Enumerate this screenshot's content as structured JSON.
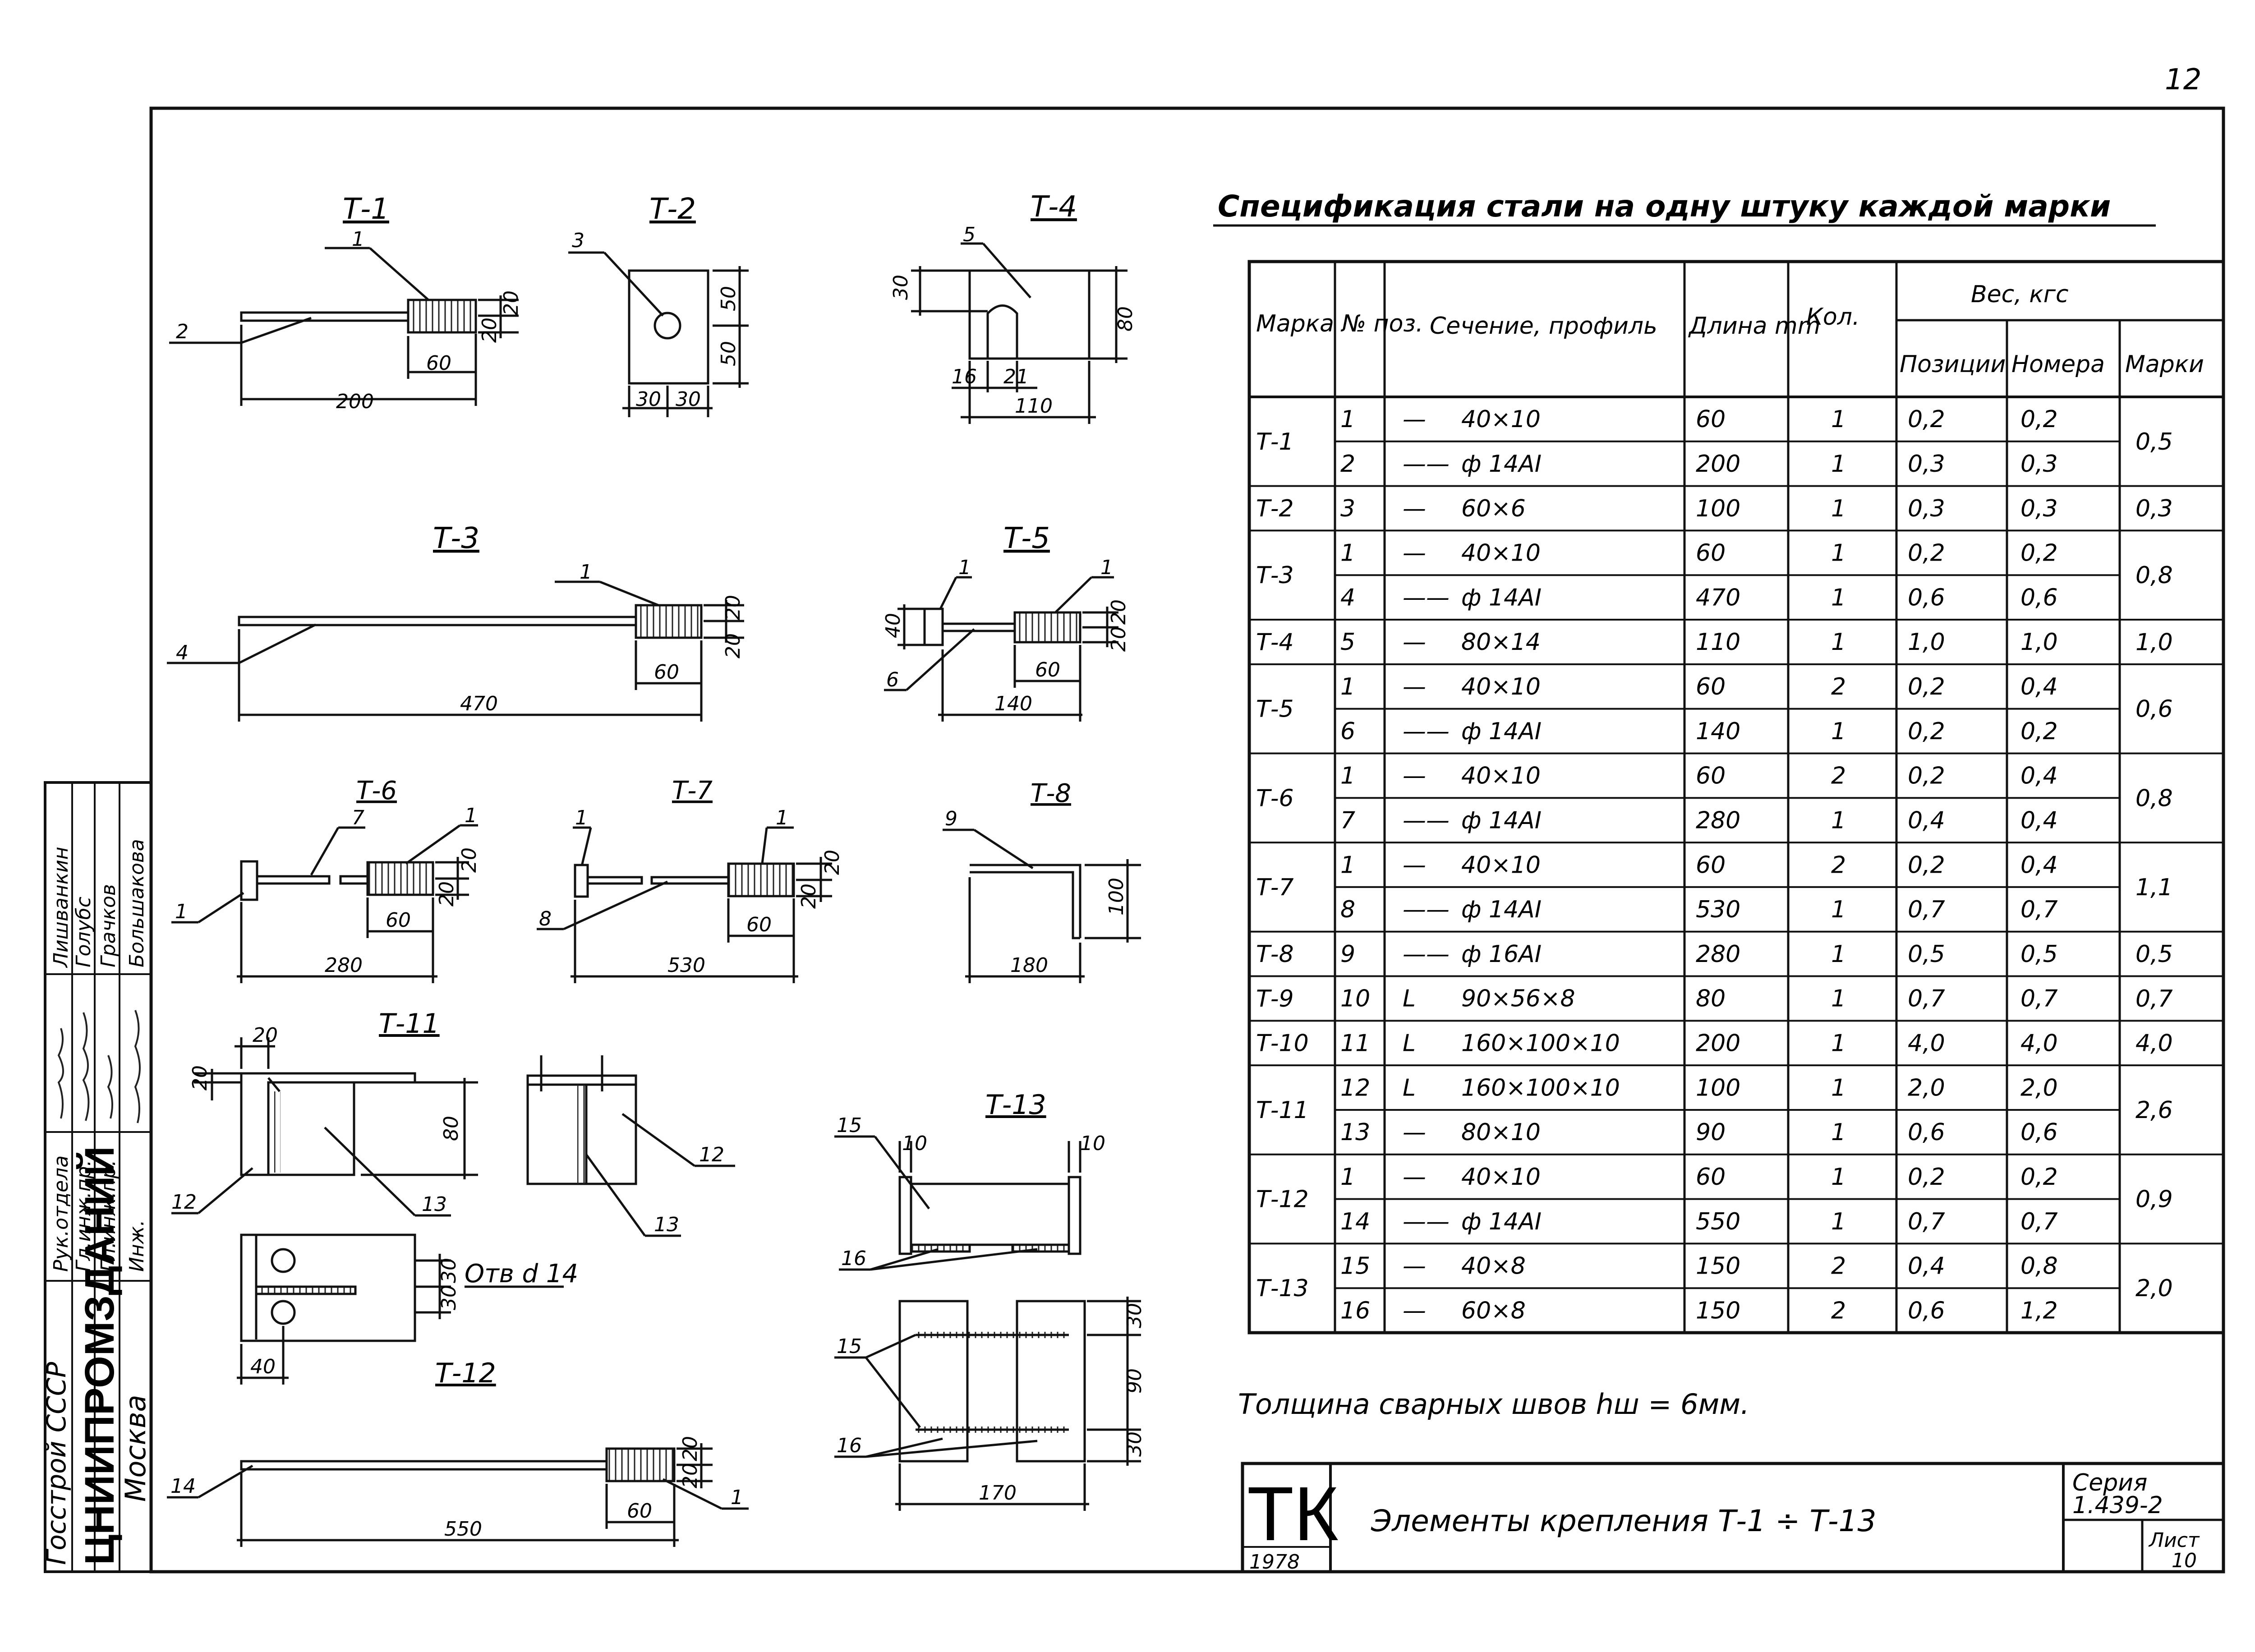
{
  "sheet": {
    "page_number": "12",
    "spec_title": "Спецификация стали на одну штуку каждой марки",
    "weld_note": "Толщина сварных швов hш = 6мм.",
    "stamp_series_label": "Серия",
    "stamp_series": "1.439-2",
    "stamp_sheet_label": "Лист",
    "stamp_sheet": "10",
    "stamp_logo": "ТК",
    "stamp_year": "1978",
    "stamp_title": "Элементы крепления Т-1 ÷ Т-13"
  },
  "side_stamp": {
    "org1": "Госстрой СССР",
    "org2": "ЦНИИПРОМЗДАНИЙ",
    "city": "Москва",
    "roles": [
      "Рук.отдела",
      "Гл.инж.пр.",
      "Гл.инж.пр.",
      "Инж."
    ],
    "names": [
      "Лишванкин",
      "Голубс",
      "Грачков",
      "Большакова"
    ]
  },
  "drawings": {
    "t1": {
      "title": "Т-1",
      "pos1": "1",
      "pos2": "2",
      "d_len": "200",
      "d_plate": "60",
      "d_a": "20",
      "d_b": "20"
    },
    "t2": {
      "title": "Т-2",
      "pos": "3",
      "d_h1": "50",
      "d_h2": "50",
      "d_w1": "30",
      "d_w2": "30"
    },
    "t3": {
      "title": "Т-3",
      "pos1": "1",
      "pos2": "4",
      "d_len": "470",
      "d_plate": "60",
      "d_a": "20",
      "d_b": "20"
    },
    "t4": {
      "title": "Т-4",
      "pos": "5",
      "d_slot": "30",
      "d_h": "80",
      "d_a": "16",
      "d_b": "21",
      "d_w": "110"
    },
    "t5": {
      "title": "Т-5",
      "pos1": "1",
      "pos2": "1",
      "pos3": "6",
      "d_40": "40",
      "d_plate": "60",
      "d_len": "140",
      "d_a": "20",
      "d_b": "20"
    },
    "t6": {
      "title": "Т-6",
      "pos1": "7",
      "pos2": "1",
      "pos3": "1",
      "d_plate": "60",
      "d_len": "280",
      "d_a": "20",
      "d_b": "20"
    },
    "t7": {
      "title": "Т-7",
      "pos1": "1",
      "pos2": "1",
      "pos3": "8",
      "d_plate": "60",
      "d_len": "530",
      "d_a": "20",
      "d_b": "20"
    },
    "t8": {
      "title": "Т-8",
      "pos": "9",
      "d_h": "100",
      "d_w": "180"
    },
    "t11": {
      "title": "Т-11",
      "pos1": "12",
      "pos2": "13",
      "pos3": "12",
      "pos4": "13",
      "d_20a": "20",
      "d_20b": "20",
      "d_h": "80"
    },
    "t12": {
      "title": "Т-12",
      "pos1": "14",
      "pos2": "1",
      "d_len": "550",
      "d_plate": "60",
      "d_a": "20",
      "d_b": "20",
      "d_30a": "30",
      "d_30b": "30",
      "d_40": "40",
      "hole": "Отв d 14"
    },
    "t13": {
      "title": "Т-13",
      "pos1": "15",
      "pos2": "16",
      "pos3": "15",
      "pos4": "16",
      "d_10a": "10",
      "d_10b": "10",
      "d_30a": "30",
      "d_90": "90",
      "d_30b": "30",
      "d_170": "170"
    }
  },
  "table": {
    "headers": {
      "mark": "Марка",
      "pos": "№ поз.",
      "section": "Сечение, профиль",
      "length": "Длина mm",
      "qty": "Кол.",
      "weight": "Вес, кгс",
      "w_pos": "Позиции",
      "w_num": "Номера",
      "w_mark": "Марки"
    },
    "rows": [
      {
        "mark": "Т-1",
        "pos": "1",
        "sym": "—",
        "sec": "40×10",
        "len": "60",
        "qty": "1",
        "wp": "0,2",
        "wn": "0,2",
        "wm": "0,5"
      },
      {
        "mark": "",
        "pos": "2",
        "sym": "——",
        "sec": "ф 14АI",
        "len": "200",
        "qty": "1",
        "wp": "0,3",
        "wn": "0,3",
        "wm": ""
      },
      {
        "mark": "Т-2",
        "pos": "3",
        "sym": "—",
        "sec": "60×6",
        "len": "100",
        "qty": "1",
        "wp": "0,3",
        "wn": "0,3",
        "wm": "0,3"
      },
      {
        "mark": "Т-3",
        "pos": "1",
        "sym": "—",
        "sec": "40×10",
        "len": "60",
        "qty": "1",
        "wp": "0,2",
        "wn": "0,2",
        "wm": "0,8"
      },
      {
        "mark": "",
        "pos": "4",
        "sym": "——",
        "sec": "ф 14АI",
        "len": "470",
        "qty": "1",
        "wp": "0,6",
        "wn": "0,6",
        "wm": ""
      },
      {
        "mark": "Т-4",
        "pos": "5",
        "sym": "—",
        "sec": "80×14",
        "len": "110",
        "qty": "1",
        "wp": "1,0",
        "wn": "1,0",
        "wm": "1,0"
      },
      {
        "mark": "Т-5",
        "pos": "1",
        "sym": "—",
        "sec": "40×10",
        "len": "60",
        "qty": "2",
        "wp": "0,2",
        "wn": "0,4",
        "wm": "0,6"
      },
      {
        "mark": "",
        "pos": "6",
        "sym": "——",
        "sec": "ф 14АI",
        "len": "140",
        "qty": "1",
        "wp": "0,2",
        "wn": "0,2",
        "wm": ""
      },
      {
        "mark": "Т-6",
        "pos": "1",
        "sym": "—",
        "sec": "40×10",
        "len": "60",
        "qty": "2",
        "wp": "0,2",
        "wn": "0,4",
        "wm": "0,8"
      },
      {
        "mark": "",
        "pos": "7",
        "sym": "——",
        "sec": "ф 14АI",
        "len": "280",
        "qty": "1",
        "wp": "0,4",
        "wn": "0,4",
        "wm": ""
      },
      {
        "mark": "Т-7",
        "pos": "1",
        "sym": "—",
        "sec": "40×10",
        "len": "60",
        "qty": "2",
        "wp": "0,2",
        "wn": "0,4",
        "wm": "1,1"
      },
      {
        "mark": "",
        "pos": "8",
        "sym": "——",
        "sec": "ф 14АI",
        "len": "530",
        "qty": "1",
        "wp": "0,7",
        "wn": "0,7",
        "wm": ""
      },
      {
        "mark": "Т-8",
        "pos": "9",
        "sym": "——",
        "sec": "ф 16АI",
        "len": "280",
        "qty": "1",
        "wp": "0,5",
        "wn": "0,5",
        "wm": "0,5"
      },
      {
        "mark": "Т-9",
        "pos": "10",
        "sym": "L",
        "sec": "90×56×8",
        "len": "80",
        "qty": "1",
        "wp": "0,7",
        "wn": "0,7",
        "wm": "0,7"
      },
      {
        "mark": "Т-10",
        "pos": "11",
        "sym": "L",
        "sec": "160×100×10",
        "len": "200",
        "qty": "1",
        "wp": "4,0",
        "wn": "4,0",
        "wm": "4,0"
      },
      {
        "mark": "Т-11",
        "pos": "12",
        "sym": "L",
        "sec": "160×100×10",
        "len": "100",
        "qty": "1",
        "wp": "2,0",
        "wn": "2,0",
        "wm": "2,6"
      },
      {
        "mark": "",
        "pos": "13",
        "sym": "—",
        "sec": "80×10",
        "len": "90",
        "qty": "1",
        "wp": "0,6",
        "wn": "0,6",
        "wm": ""
      },
      {
        "mark": "Т-12",
        "pos": "1",
        "sym": "—",
        "sec": "40×10",
        "len": "60",
        "qty": "1",
        "wp": "0,2",
        "wn": "0,2",
        "wm": "0,9"
      },
      {
        "mark": "",
        "pos": "14",
        "sym": "——",
        "sec": "ф 14АI",
        "len": "550",
        "qty": "1",
        "wp": "0,7",
        "wn": "0,7",
        "wm": ""
      },
      {
        "mark": "Т-13",
        "pos": "15",
        "sym": "—",
        "sec": "40×8",
        "len": "150",
        "qty": "2",
        "wp": "0,4",
        "wn": "0,8",
        "wm": "2,0"
      },
      {
        "mark": "",
        "pos": "16",
        "sym": "—",
        "sec": "60×8",
        "len": "150",
        "qty": "2",
        "wp": "0,6",
        "wn": "1,2",
        "wm": ""
      }
    ]
  }
}
